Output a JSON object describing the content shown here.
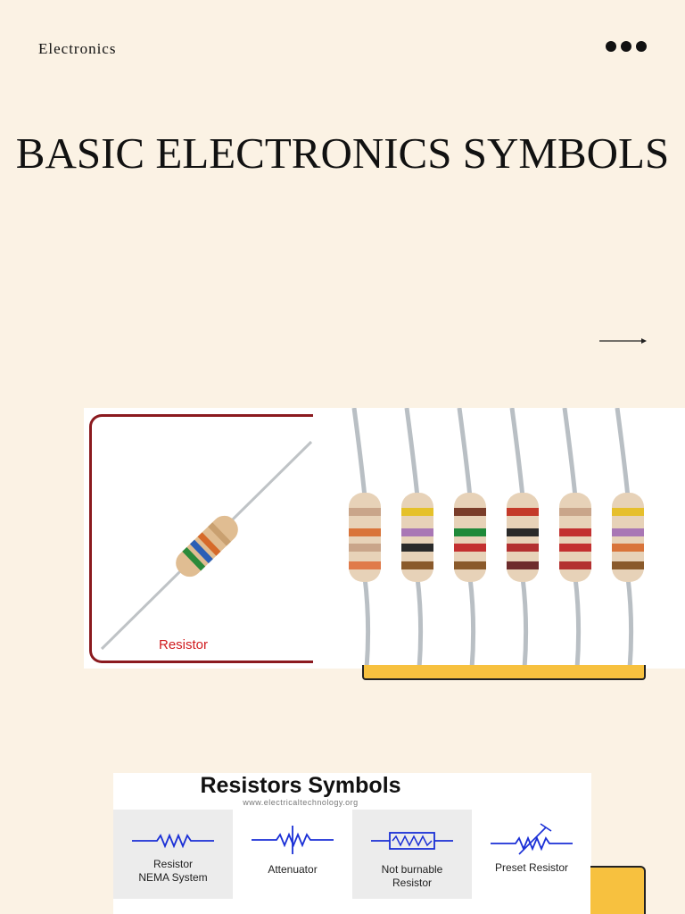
{
  "header": {
    "category": "Electronics",
    "menu_icon": "more-dots-icon"
  },
  "main": {
    "title": "BASIC ELECTRONICS SYMBOLS"
  },
  "photo": {
    "caption": "Resistor",
    "band_colors": [
      [
        "#c9a58a",
        "#d9743a",
        "#c9a58a",
        "#e07a4a"
      ],
      [
        "#e5c12a",
        "#a977b5",
        "#2a2a2a",
        "#8a5a2b"
      ],
      [
        "#7a3d2a",
        "#1f8a3a",
        "#c33030",
        "#8a5a2b"
      ],
      [
        "#c43a2a",
        "#2a2a2a",
        "#b33030",
        "#6e2c2c"
      ],
      [
        "#c9a58a",
        "#c33030",
        "#c33030",
        "#b33030"
      ],
      [
        "#e6bf2c",
        "#a977b5",
        "#d9743a",
        "#8a5a2b"
      ]
    ]
  },
  "symbols": {
    "title": "Resistors Symbols",
    "site": "www.electricaltechnology.org",
    "items": [
      {
        "line1": "Resistor",
        "line2": "NEMA System"
      },
      {
        "line1": "Attenuator",
        "line2": ""
      },
      {
        "line1": "Not burnable",
        "line2": "Resistor"
      },
      {
        "line1": "Preset Resistor",
        "line2": ""
      }
    ]
  },
  "colors": {
    "background": "#fbf2e4",
    "accent_yellow": "#f7c13f",
    "frame_red": "#8b1a1f",
    "symbol_blue": "#1a2fd6"
  }
}
